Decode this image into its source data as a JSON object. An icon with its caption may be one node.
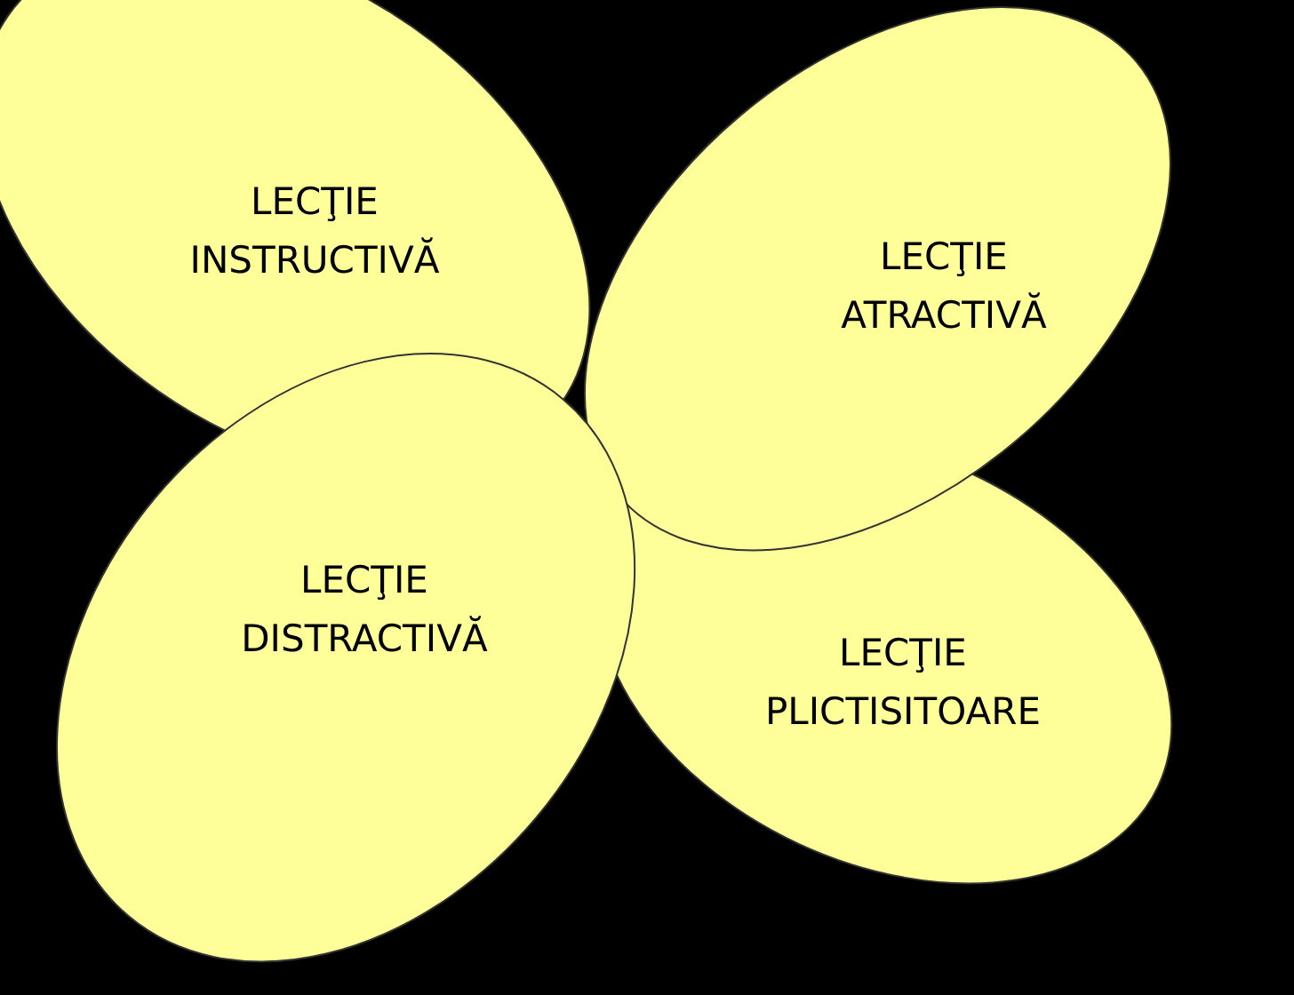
{
  "diagram": {
    "nodes": [
      {
        "text": [
          "LECŢIE INSTRUCTIVĂ"
        ]
      },
      {
        "text": [
          "LECŢIE ATRACTIVĂ"
        ]
      },
      {
        "text": [
          "LECŢIE DISTRACTIVĂ"
        ]
      },
      {
        "text": [
          "LECŢIE PLICTISITOARE"
        ]
      }
    ]
  }
}
